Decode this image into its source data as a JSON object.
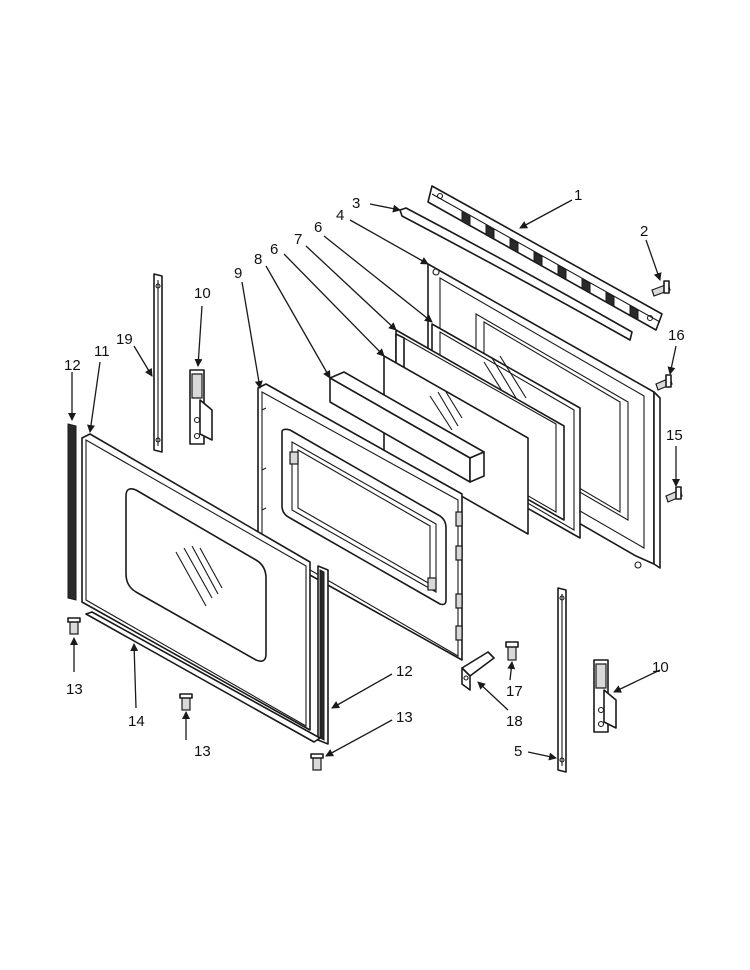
{
  "diagram": {
    "callouts": [
      {
        "id": "c1",
        "label": "1"
      },
      {
        "id": "c2",
        "label": "2"
      },
      {
        "id": "c3",
        "label": "3"
      },
      {
        "id": "c4",
        "label": "4"
      },
      {
        "id": "c5",
        "label": "5"
      },
      {
        "id": "c6a",
        "label": "6"
      },
      {
        "id": "c6b",
        "label": "6"
      },
      {
        "id": "c7",
        "label": "7"
      },
      {
        "id": "c8",
        "label": "8"
      },
      {
        "id": "c9",
        "label": "9"
      },
      {
        "id": "c10a",
        "label": "10"
      },
      {
        "id": "c10b",
        "label": "10"
      },
      {
        "id": "c11",
        "label": "11"
      },
      {
        "id": "c12a",
        "label": "12"
      },
      {
        "id": "c12b",
        "label": "12"
      },
      {
        "id": "c13a",
        "label": "13"
      },
      {
        "id": "c13b",
        "label": "13"
      },
      {
        "id": "c13c",
        "label": "13"
      },
      {
        "id": "c14",
        "label": "14"
      },
      {
        "id": "c15",
        "label": "15"
      },
      {
        "id": "c16",
        "label": "16"
      },
      {
        "id": "c17",
        "label": "17"
      },
      {
        "id": "c18",
        "label": "18"
      },
      {
        "id": "c19",
        "label": "19"
      }
    ]
  }
}
